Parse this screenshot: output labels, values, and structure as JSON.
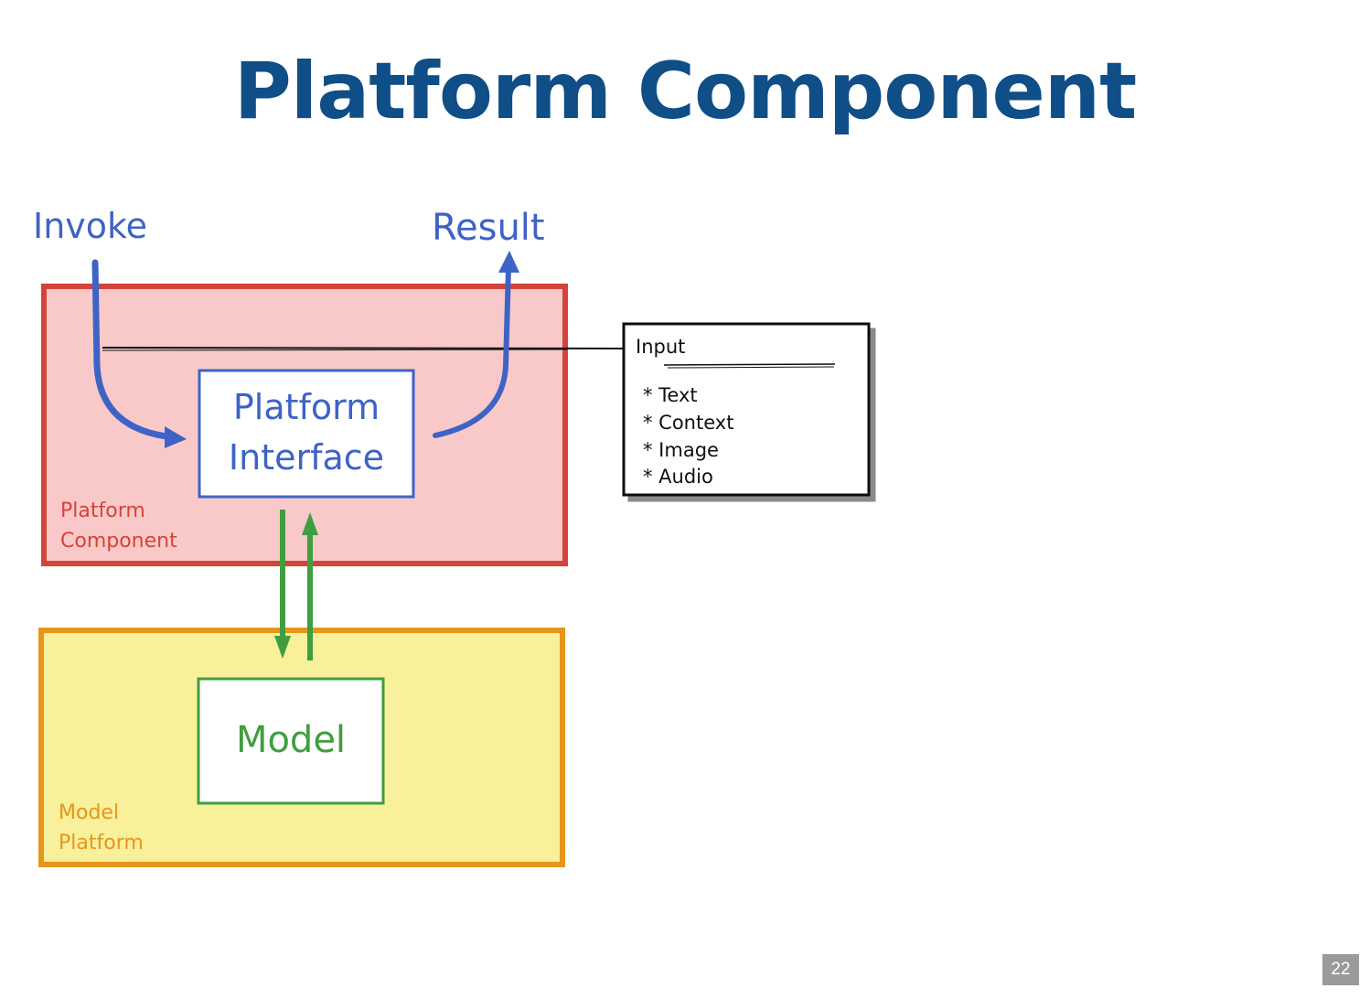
{
  "slide": {
    "title": "Platform Component",
    "page_number": "22"
  },
  "diagram": {
    "invoke_label": "Invoke",
    "result_label": "Result",
    "platform_component": {
      "label_line1": "Platform",
      "label_line2": "Component",
      "fill": "#f8c9c8",
      "stroke": "#d4443a"
    },
    "platform_interface": {
      "line1": "Platform",
      "line2": "Interface",
      "stroke": "#3e63c6"
    },
    "model_platform": {
      "label_line1": "Model",
      "label_line2": "Platform",
      "fill": "#f8f09a",
      "stroke": "#e6961c"
    },
    "model": {
      "label": "Model",
      "stroke": "#3f9e3f"
    },
    "note": {
      "header": "Input",
      "items": [
        "* Text",
        "* Context",
        "* Image",
        "* Audio"
      ]
    }
  }
}
